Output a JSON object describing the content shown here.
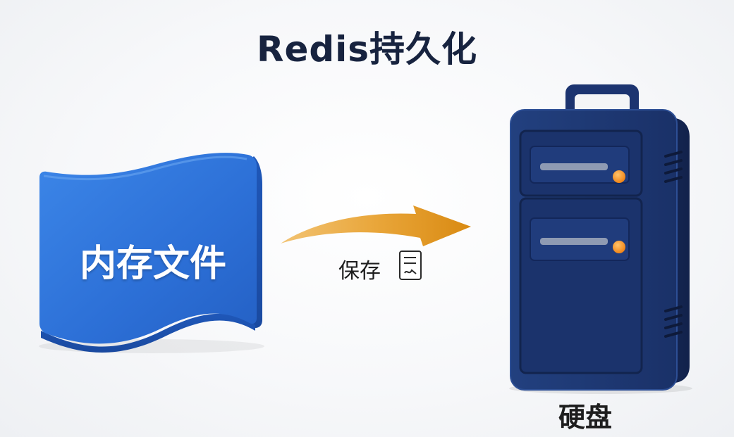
{
  "title": "Redis持久化",
  "memory_file": {
    "label": "内存文件"
  },
  "save_arrow": {
    "label": "保存",
    "icon": "document-icon",
    "color": "#e69a1c"
  },
  "disk": {
    "label": "硬盘",
    "icon": "server-drive-icon",
    "body_color": "#1e3a78",
    "indicator_color": "#f28c1a"
  },
  "colors": {
    "flag": "#2f76d8",
    "title": "#17233f"
  }
}
